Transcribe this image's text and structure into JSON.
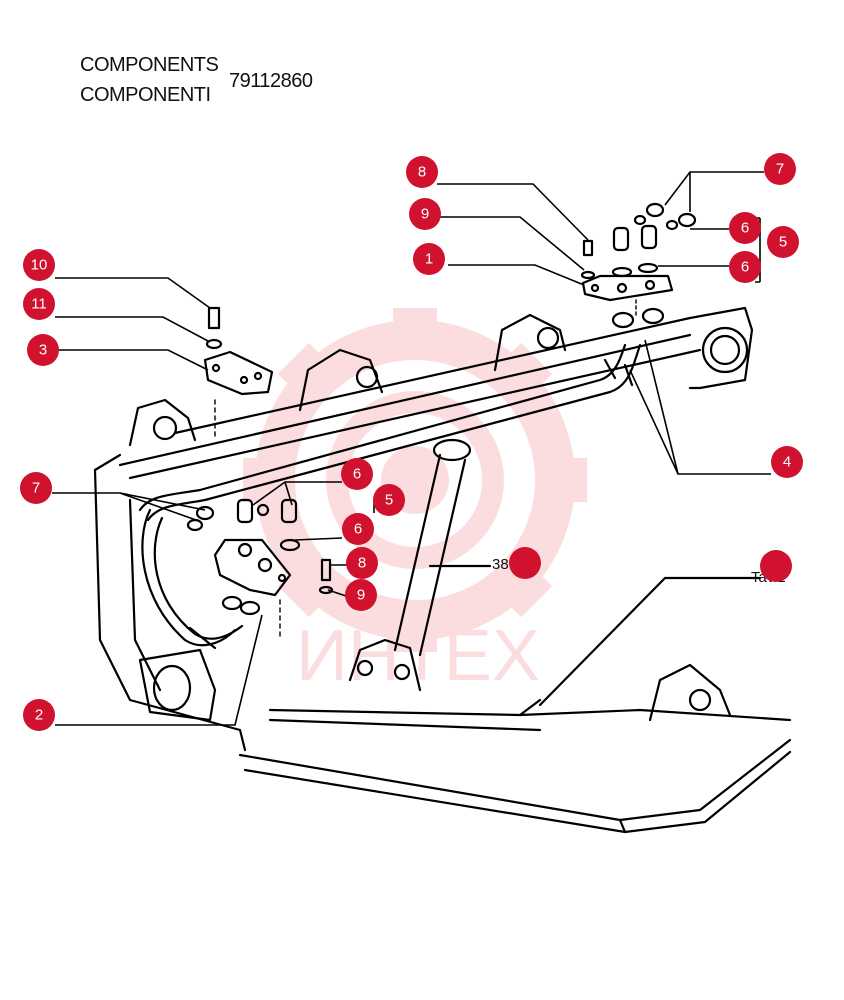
{
  "header": {
    "line1": "COMPONENTS",
    "line2": "COMPONENTI",
    "part_number": "79112860"
  },
  "callouts": [
    {
      "id": "c-8-top",
      "label": "8"
    },
    {
      "id": "c-9-top",
      "label": "9"
    },
    {
      "id": "c-1",
      "label": "1"
    },
    {
      "id": "c-7-top",
      "label": "7"
    },
    {
      "id": "c-6-top-a",
      "label": "6"
    },
    {
      "id": "c-5-top",
      "label": "5"
    },
    {
      "id": "c-6-top-b",
      "label": "6"
    },
    {
      "id": "c-10",
      "label": "10"
    },
    {
      "id": "c-11",
      "label": "11"
    },
    {
      "id": "c-3",
      "label": "3"
    },
    {
      "id": "c-4",
      "label": "4"
    },
    {
      "id": "c-7-left",
      "label": "7"
    },
    {
      "id": "c-6-mid-a",
      "label": "6"
    },
    {
      "id": "c-5-mid",
      "label": "5"
    },
    {
      "id": "c-6-mid-b",
      "label": "6"
    },
    {
      "id": "c-8-mid",
      "label": "8"
    },
    {
      "id": "c-9-mid",
      "label": "9"
    },
    {
      "id": "c-2",
      "label": "2"
    },
    {
      "id": "c-overlay-a",
      "label": ""
    },
    {
      "id": "c-overlay-b",
      "label": ""
    }
  ],
  "references": {
    "ref_a": "38.443",
    "ref_b": "Tav.1"
  },
  "watermark": {
    "text": "ИНТЕХ",
    "color": "#e8343f"
  },
  "colors": {
    "callout_fill": "#d0122e",
    "line_art": "#000000"
  }
}
